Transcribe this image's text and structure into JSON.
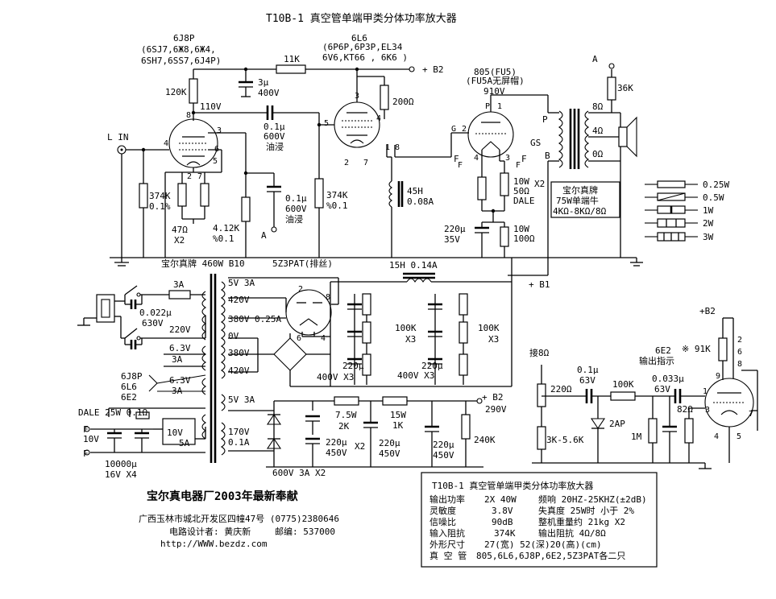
{
  "title": "T10B-1 真空管单端甲类分体功率放大器",
  "tubes": {
    "v1": {
      "name": "6J8P",
      "subs": [
        "(6SJ7,6Ж8,6Ж4,",
        "6SH7,6SS7,6J4P)"
      ],
      "pins": [
        "8",
        "3",
        "4",
        "6",
        "5",
        "2",
        "7"
      ]
    },
    "v2": {
      "name": "6L6",
      "subs": [
        "(6P6P,6P3P,EL34",
        "6V6,KT66 , 6K6 )"
      ],
      "pins": [
        "3",
        "4",
        "5",
        "1",
        "8",
        "2",
        "7"
      ]
    },
    "v3": {
      "name": "805(FU5)",
      "subs": [
        "(FU5A无屏帽)"
      ],
      "pins": [
        "P",
        "1",
        "G",
        "2",
        "4",
        "3",
        "F",
        "F"
      ]
    },
    "v4": {
      "name": "6E2",
      "sub": "输出指示",
      "pins": [
        "9",
        "1",
        "3",
        "4",
        "5",
        "7",
        "2",
        "6",
        "8"
      ]
    },
    "rect": {
      "name": "5Z3PAT(排丝)",
      "pins": [
        "2",
        "8",
        "6",
        "4"
      ]
    }
  },
  "labels": {
    "l_in": "L  IN",
    "b2": "+ B2",
    "b1": "+ B1",
    "b2_right": "+B2",
    "b2_290": "+ B2",
    "v290": "290V",
    "a1": "A",
    "a2": "A",
    "p": "P",
    "gs": "GS",
    "b": "B",
    "g": "G",
    "f1": "F",
    "f2": "F",
    "f3": "F",
    "f4": "F",
    "v110": "110V",
    "v910": "910V",
    "tap8": "8Ω",
    "tap4": "4Ω",
    "tap0": "0Ω",
    "x2_805": "X2",
    "power_tx": "宝尔真牌 460W B10",
    "choke1": "45H",
    "choke1b": "0.08A",
    "choke2": "15H 0.14A",
    "jie8": "接8Ω",
    "pin_hash": "※ 91K"
  },
  "components": {
    "r11k": "11K",
    "c3u": "3μ",
    "c3v": "400V",
    "r120k": "120K",
    "r200": "200Ω",
    "c01_1": "0.1μ",
    "c01_1v": "600V",
    "c01_1o": "油浸",
    "c01_2": "0.1μ",
    "c01_2v": "600V",
    "c01_2o": "油浸",
    "r374_1": "374K",
    "r374_1t": "0.1%",
    "r374_2": "374K",
    "r374_2t": "%0.1",
    "r47": "47Ω",
    "r47x": "X2",
    "r412": "4.12K",
    "r412t": "%0.1",
    "r36k": "36K",
    "r10w50": "10W",
    "r10w50b": "50Ω",
    "r10w50c": "DALE",
    "r10w100": "10W",
    "r10w100b": "100Ω",
    "c220_35": "220μ",
    "c220_35v": "35V",
    "otx1": "宝尔真牌",
    "otx2": "75W单端牛",
    "otx3": "4KΩ-8KΩ/8Ω",
    "fuse": "3A",
    "c0022": "0.022μ",
    "c0022v": "630V",
    "v220": "220V",
    "sec1": "5V 3A",
    "sec2": "420V",
    "sec3": "380V",
    "sec3b": "0.25A",
    "sec4": "0V",
    "sec5": "380V",
    "sec6": "420V",
    "fil1": "6.3V",
    "fil1b": "3A",
    "fil2": "6.3V",
    "fil2b": "3A",
    "fil_tubes": [
      "6J8P",
      "6L6",
      "6E2"
    ],
    "sec7": "5V 3A",
    "sec8": "170V",
    "sec8b": "0.1A",
    "r100k_1": "100K",
    "r100k_1x": "X3",
    "r100k_2": "100K",
    "r100k_2x": "X3",
    "c220_400_1": "220μ",
    "c220_400_1v": "400V X3",
    "c220_400_2": "220μ",
    "c220_400_2v": "400V X3",
    "r75w": "7.5W",
    "r75wb": "2K",
    "r15w": "15W",
    "r15wb": "1K",
    "c220_450_1": "220μ",
    "c220_450_1v": "450V",
    "c220_450_1x": "X2",
    "c220_450_2": "220μ",
    "c220_450_2v": "450V",
    "c220_450_3": "220μ",
    "c220_450_3v": "450V",
    "r240k": "240K",
    "diode_note": "600V  3A  X2",
    "dale": "DALE 25W  0.1Ω",
    "v10": "10V",
    "f_a": "F",
    "f_b": "F",
    "c10000": "10000μ",
    "c10000v": "16V  X4",
    "reg": "10V",
    "reg2": "5A",
    "r220": "220Ω",
    "r3k": "3K-5.6K",
    "c01_63": "0.1μ",
    "c01_63v": "63V",
    "r100k_ind": "100K",
    "d2ap": "2AP",
    "r1m": "1M",
    "c0033": "0.033μ",
    "c0033v": "63V",
    "r82": "82Ω"
  },
  "legend": [
    "0.25W",
    "0.5W",
    "1W",
    "2W",
    "3W"
  ],
  "maker": {
    "name": "宝尔真电器厂2003年最新奉献",
    "addr": "广西玉林市城北开发区四幢47号  (0775)2380646",
    "designer": "电路设计者: 黄庆新",
    "postcode": "邮编: 537000",
    "url": "http://WWW.bezdz.com"
  },
  "spec": {
    "title": "T10B-1 真空管单端甲类分体功率放大器",
    "rows": [
      [
        "输出功率",
        "2X 40W",
        "频响 20HZ-25KHZ(±2dB)"
      ],
      [
        "灵敏度",
        "3.8V",
        "失真度  25W时 小于 2%"
      ],
      [
        "信噪比",
        "90dB",
        "整机重量约    21kg X2"
      ],
      [
        "输入阻抗",
        "374K",
        "输出阻抗     4Ω/8Ω"
      ],
      [
        "外形尺寸",
        "27(宽) 52(深)20(高)(cm)",
        ""
      ],
      [
        "真 空 管",
        "805,6L6,6J8P,6E2,5Z3PAT各二只",
        ""
      ]
    ]
  }
}
